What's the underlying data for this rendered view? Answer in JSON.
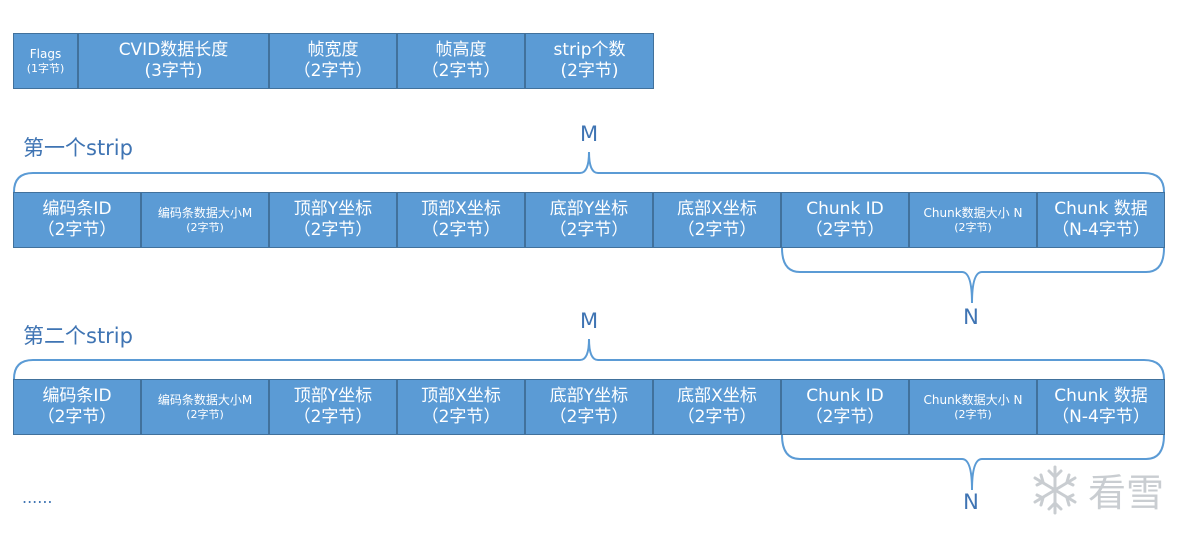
{
  "header_row": [
    {
      "line1": "Flags",
      "line2": "(1字节)",
      "small": true
    },
    {
      "line1": "CVID数据长度",
      "line2": "(3字节)",
      "small": false
    },
    {
      "line1": "帧宽度",
      "line2": "（2字节）",
      "small": false
    },
    {
      "line1": "帧高度",
      "line2": "（2字节）",
      "small": false
    },
    {
      "line1": "strip个数",
      "line2": "(2字节)",
      "small": false
    }
  ],
  "strips": [
    {
      "title": "第一个strip",
      "m_label": "M",
      "n_label": "N",
      "cells": [
        {
          "line1": "编码条ID",
          "line2": "（2字节）",
          "small": false
        },
        {
          "line1": "编码条数据大小M",
          "line2": "(2字节)",
          "small": true
        },
        {
          "line1": "顶部Y坐标",
          "line2": "（2字节）",
          "small": false
        },
        {
          "line1": "顶部X坐标",
          "line2": "（2字节）",
          "small": false
        },
        {
          "line1": "底部Y坐标",
          "line2": "（2字节）",
          "small": false
        },
        {
          "line1": "底部X坐标",
          "line2": "（2字节）",
          "small": false
        },
        {
          "line1": "Chunk ID",
          "line2": "（2字节）",
          "small": false
        },
        {
          "line1": "Chunk数据大小 N",
          "line2": "(2字节)",
          "small": true
        },
        {
          "line1": "Chunk 数据",
          "line2": "（N-4字节）",
          "small": false
        }
      ]
    },
    {
      "title": "第二个strip",
      "m_label": "M",
      "n_label": "N",
      "cells": [
        {
          "line1": "编码条ID",
          "line2": "（2字节）",
          "small": false
        },
        {
          "line1": "编码条数据大小M",
          "line2": "(2字节)",
          "small": true
        },
        {
          "line1": "顶部Y坐标",
          "line2": "（2字节）",
          "small": false
        },
        {
          "line1": "顶部X坐标",
          "line2": "（2字节）",
          "small": false
        },
        {
          "line1": "底部Y坐标",
          "line2": "（2字节）",
          "small": false
        },
        {
          "line1": "底部X坐标",
          "line2": "（2字节）",
          "small": false
        },
        {
          "line1": "Chunk ID",
          "line2": "（2字节）",
          "small": false
        },
        {
          "line1": "Chunk数据大小 N",
          "line2": "(2字节)",
          "small": true
        },
        {
          "line1": "Chunk 数据",
          "line2": "（N-4字节）",
          "small": false
        }
      ]
    }
  ],
  "ellipsis": "......",
  "watermark": {
    "text": "看雪",
    "icon": "snowflake-icon"
  },
  "colors": {
    "cell_fill": "#5b9bd5",
    "cell_border": "#41719c",
    "text_blue": "#3f74b3"
  }
}
